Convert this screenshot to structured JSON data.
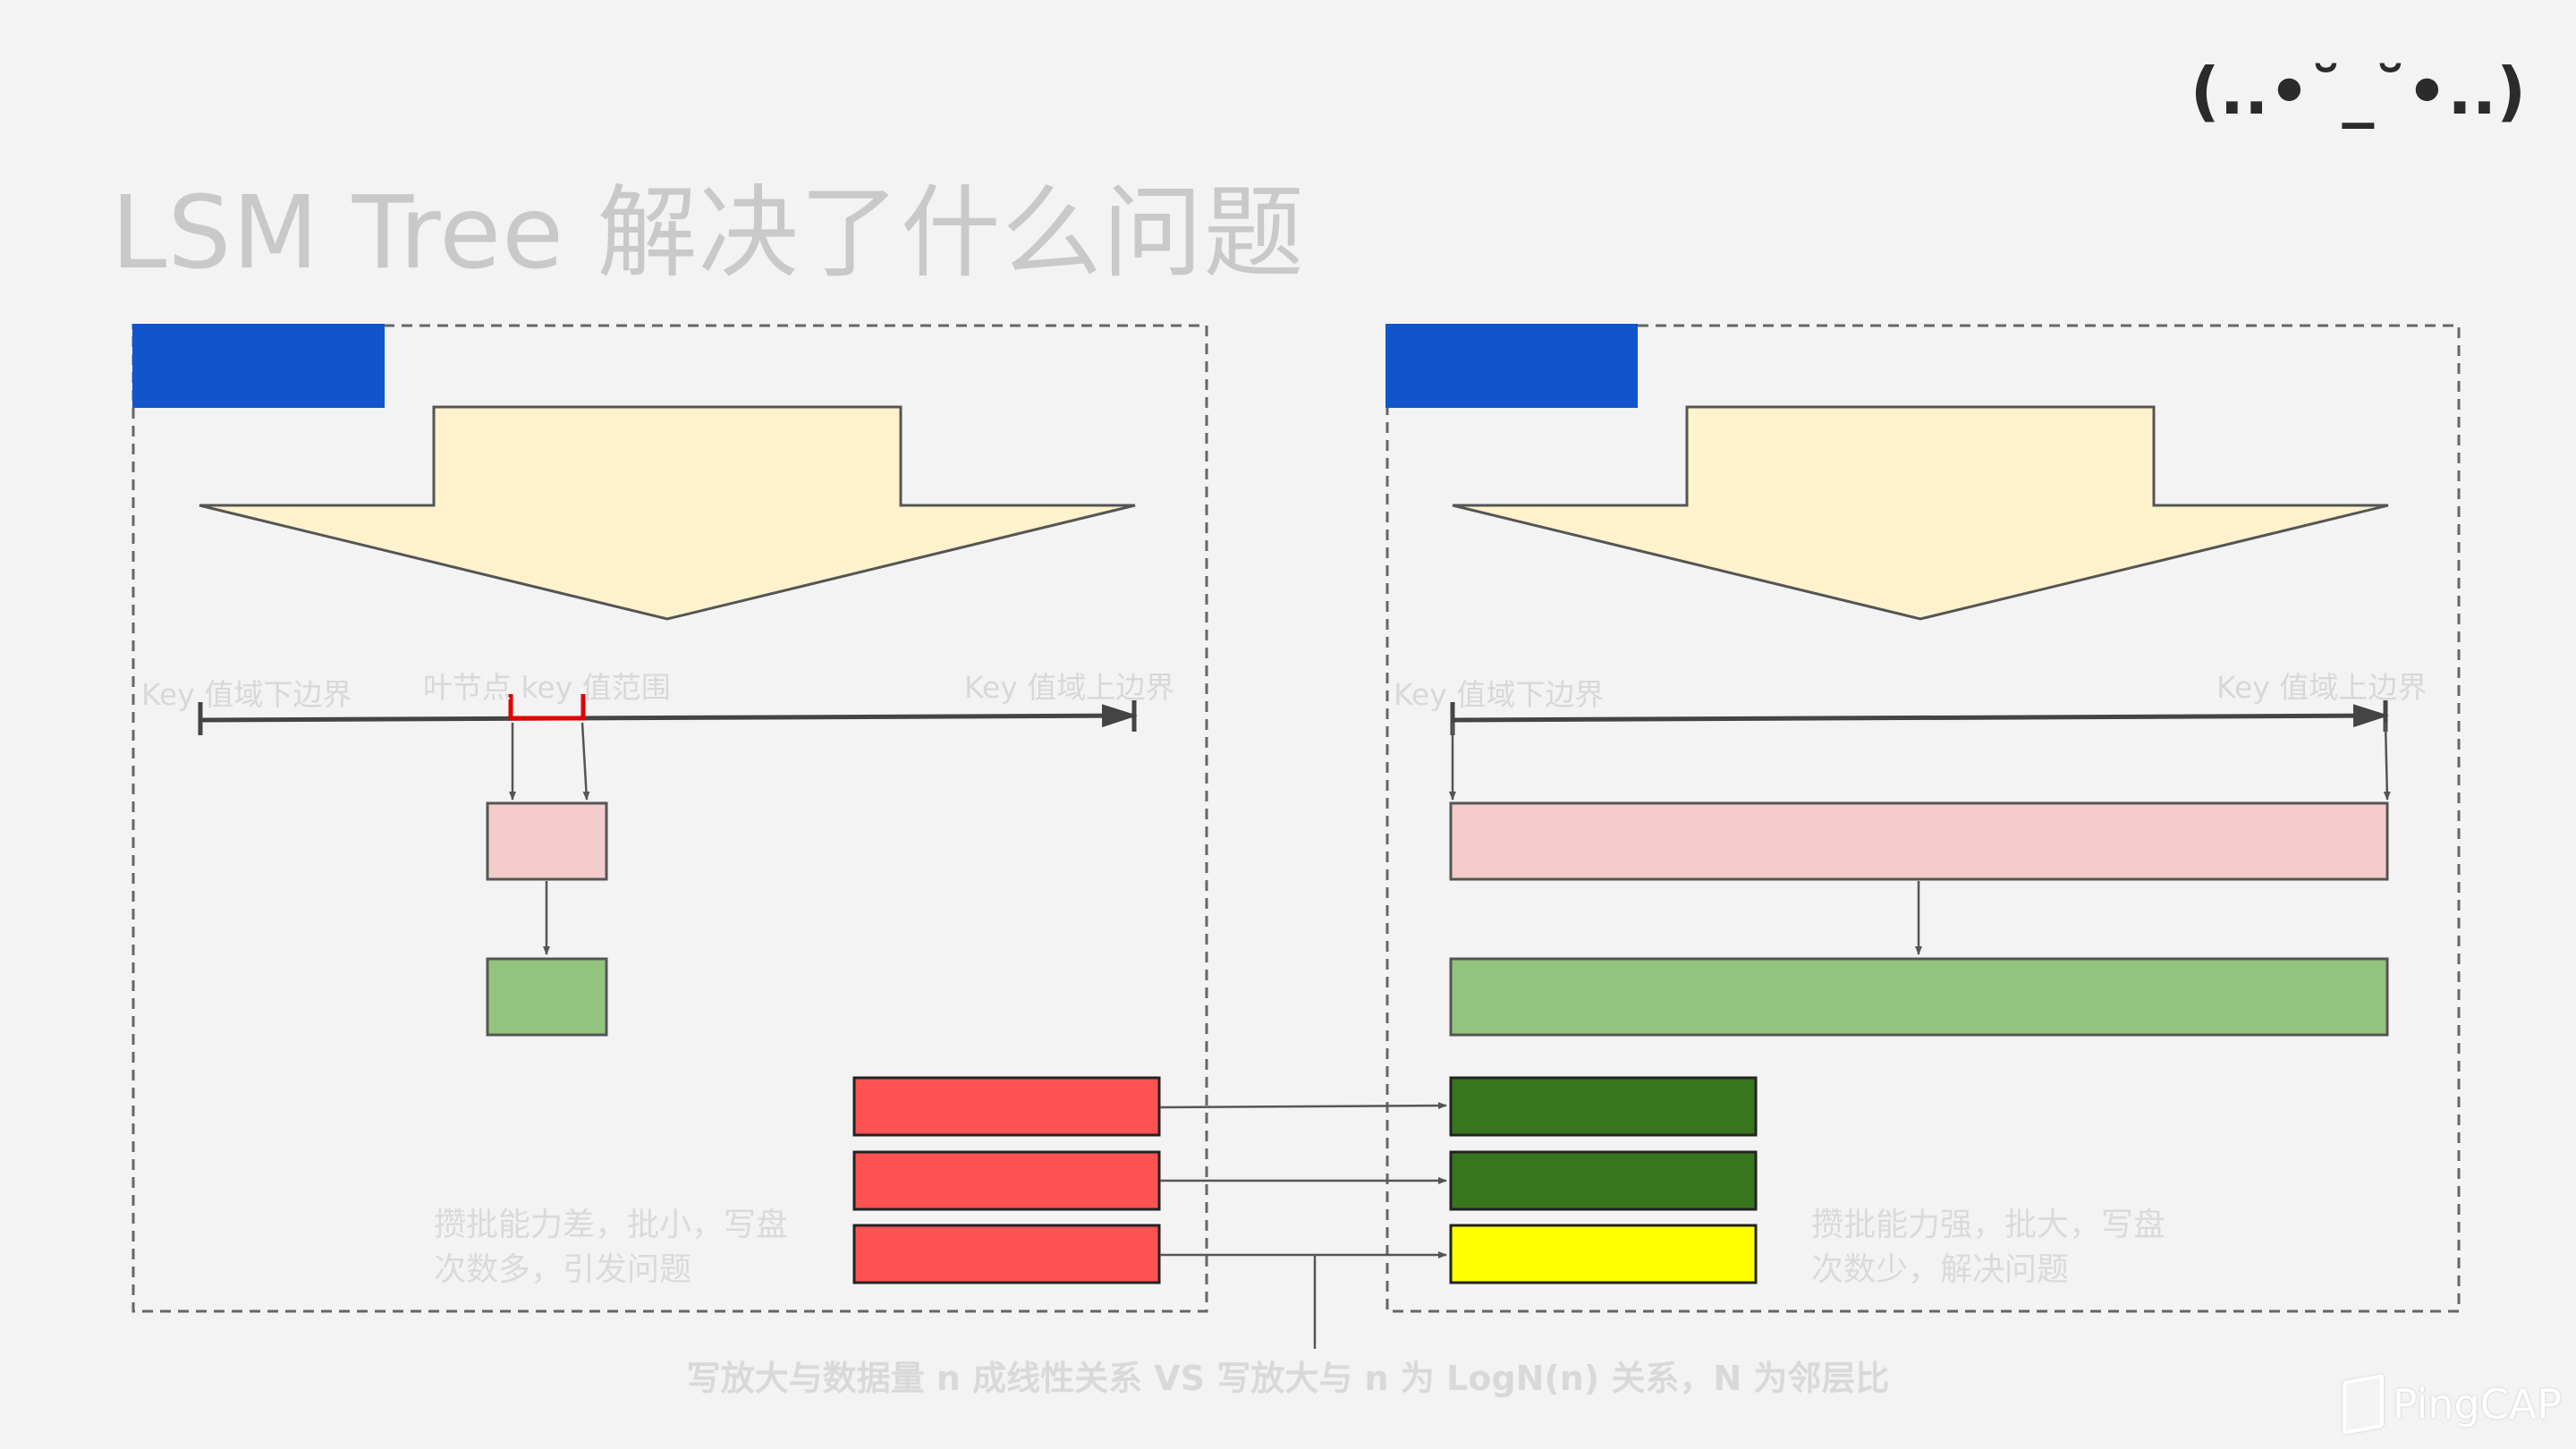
{
  "slide": {
    "title": "LSM Tree 解决了什么问题",
    "emoticon": "(..•˘_˘•..)",
    "caption": "写放大与数据量 n 成线性关系 VS 写放大与 n 为 LogN(n) 关系，N 为邻层比",
    "logo_text": "PingCAP"
  },
  "left_panel": {
    "header_label": "",
    "label_lower": "Key 值域下边界",
    "label_range": "叶节点 key 值范围",
    "label_upper": "Key 值域上边界",
    "note": "攒批能力差，批小，写盘\n次数多，引发问题"
  },
  "right_panel": {
    "header_label": "",
    "label_lower": "Key 值域下边界",
    "label_upper": "Key 值域上边界",
    "note": "攒批能力强，批大，写盘\n次数少，解决问题"
  },
  "colors": {
    "header_blue": "#1155cc",
    "arrow_fill": "#fff2cc",
    "pink": "#f4cccc",
    "light_green": "#93c47d",
    "red": "#ff5252",
    "dark_green": "#38761d",
    "yellow": "#ffff00",
    "range_red": "#e00000"
  }
}
